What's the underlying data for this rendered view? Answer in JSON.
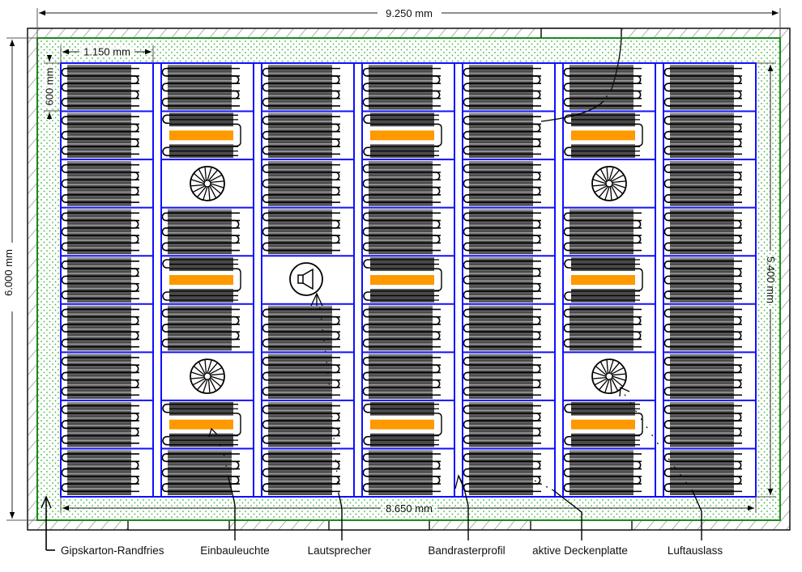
{
  "title": "Deckenplan aktive Kühldecke",
  "colors": {
    "grid_profile": "#1010ff",
    "frieze_border": "#1a8a1a",
    "frieze_dots": "#3bb33b",
    "panel_dark": "#4a4a4a",
    "panel_light": "#9a9a9a",
    "pipe": "#000000",
    "lamp": "#ff9900",
    "wall_hatch": "#777777"
  },
  "dimensions": {
    "overall_width": "9.250 mm",
    "overall_height": "6.000 mm",
    "grid_width": "8.650 mm",
    "grid_height": "5.400 mm",
    "panel_width": "1.150 mm",
    "panel_height": "600 mm"
  },
  "grid": {
    "columns": 7,
    "rows": 9,
    "cells": [
      [
        "panel",
        "panel",
        "panel",
        "panel",
        "panel",
        "panel",
        "panel",
        "panel",
        "panel"
      ],
      [
        "panel",
        "lamp",
        "fan",
        "panel",
        "lamp",
        "panel",
        "fan",
        "lamp",
        "panel"
      ],
      [
        "panel",
        "panel",
        "panel",
        "panel",
        "speaker",
        "panel",
        "panel",
        "panel",
        "panel"
      ],
      [
        "panel",
        "lamp",
        "panel",
        "panel",
        "lamp",
        "panel",
        "panel",
        "lamp",
        "panel"
      ],
      [
        "panel",
        "panel",
        "panel",
        "panel",
        "panel",
        "panel",
        "panel",
        "panel",
        "panel"
      ],
      [
        "panel",
        "lamp",
        "fan",
        "panel",
        "lamp",
        "panel",
        "fan",
        "lamp",
        "panel"
      ],
      [
        "panel",
        "panel",
        "panel",
        "panel",
        "panel",
        "panel",
        "panel",
        "panel",
        "panel"
      ]
    ]
  },
  "legend": [
    {
      "id": "gipskarton-randfries",
      "label": "Gipskarton-Randfries"
    },
    {
      "id": "einbauleuchte",
      "label": "Einbauleuchte"
    },
    {
      "id": "lautsprecher",
      "label": "Lautsprecher"
    },
    {
      "id": "bandrasterprofil",
      "label": "Bandrasterprofil"
    },
    {
      "id": "aktive-deckenplatte",
      "label": "aktive Deckenplatte"
    },
    {
      "id": "luftauslass",
      "label": "Luftauslass"
    }
  ],
  "icons": {
    "fan": "air-outlet-icon",
    "speaker": "speaker-icon",
    "lamp": "recessed-light-icon"
  }
}
